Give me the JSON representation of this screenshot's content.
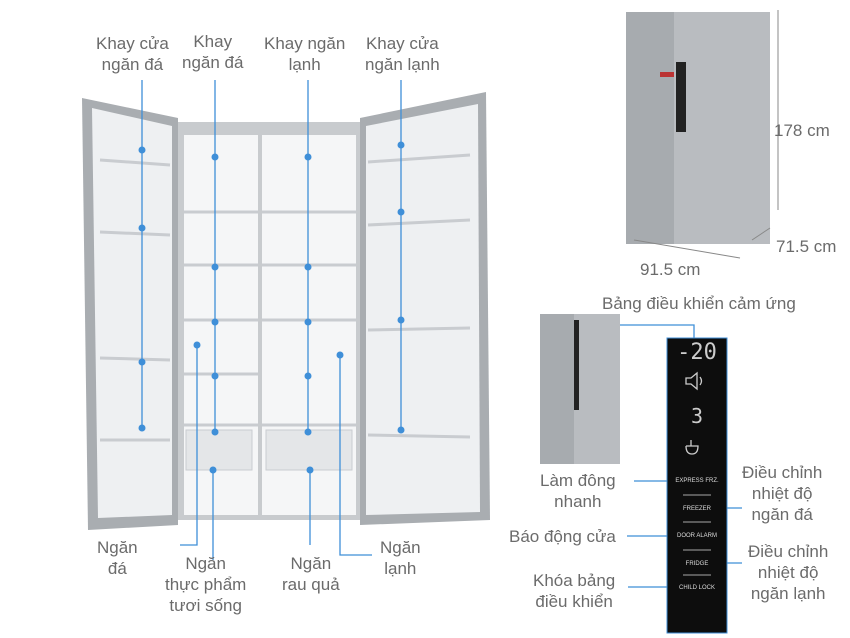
{
  "colors": {
    "line": "#3f8fd8",
    "text": "#6b6b6b",
    "steel": "#b9bcc0",
    "panel": "#0d0d0d"
  },
  "top_labels": [
    "Khay cửa\nngăn đá",
    "Khay\nngăn đá",
    "Khay ngăn\nlạnh",
    "Khay cửa\nngăn lạnh"
  ],
  "bottom_labels": [
    "Ngăn\nđá",
    "Ngăn\nthực phẩm\ntươi sống",
    "Ngăn\nrau quả",
    "Ngăn\nlạnh"
  ],
  "dimensions": {
    "height": "178 cm",
    "depth": "71.5 cm",
    "width": "91.5 cm"
  },
  "panel": {
    "title": "Bảng điều khiển cảm ứng",
    "freezer_temp": "-20",
    "fridge_temp": "3",
    "buttons": [
      "EXPRESS FRZ.",
      "FREEZER",
      "DOOR ALARM",
      "FRIDGE",
      "CHILD LOCK"
    ]
  },
  "panel_labels": {
    "express": "Làm đông\nnhanh",
    "freezer": "Điều chỉnh\nnhiệt độ\nngăn đá",
    "alarm": "Báo động cửa",
    "fridge": "Điều chỉnh\nnhiệt độ\nngăn lạnh",
    "lock": "Khóa bảng\nđiều khiển"
  }
}
